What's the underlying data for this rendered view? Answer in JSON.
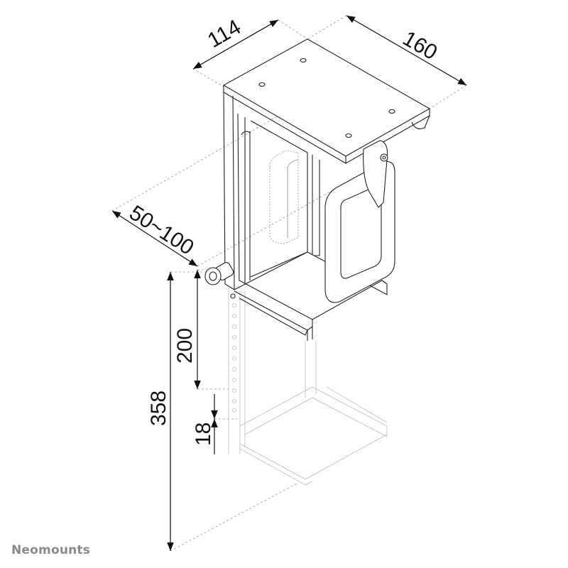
{
  "dimensions": {
    "depth": "114",
    "width": "160",
    "adjustable_width": "50~100",
    "height_top": "200",
    "total_height": "358",
    "step": "18"
  },
  "brand": "Neomounts",
  "colors": {
    "line": "#222222",
    "faded": "#c8c8c8",
    "brand": "#8a8a8a"
  }
}
